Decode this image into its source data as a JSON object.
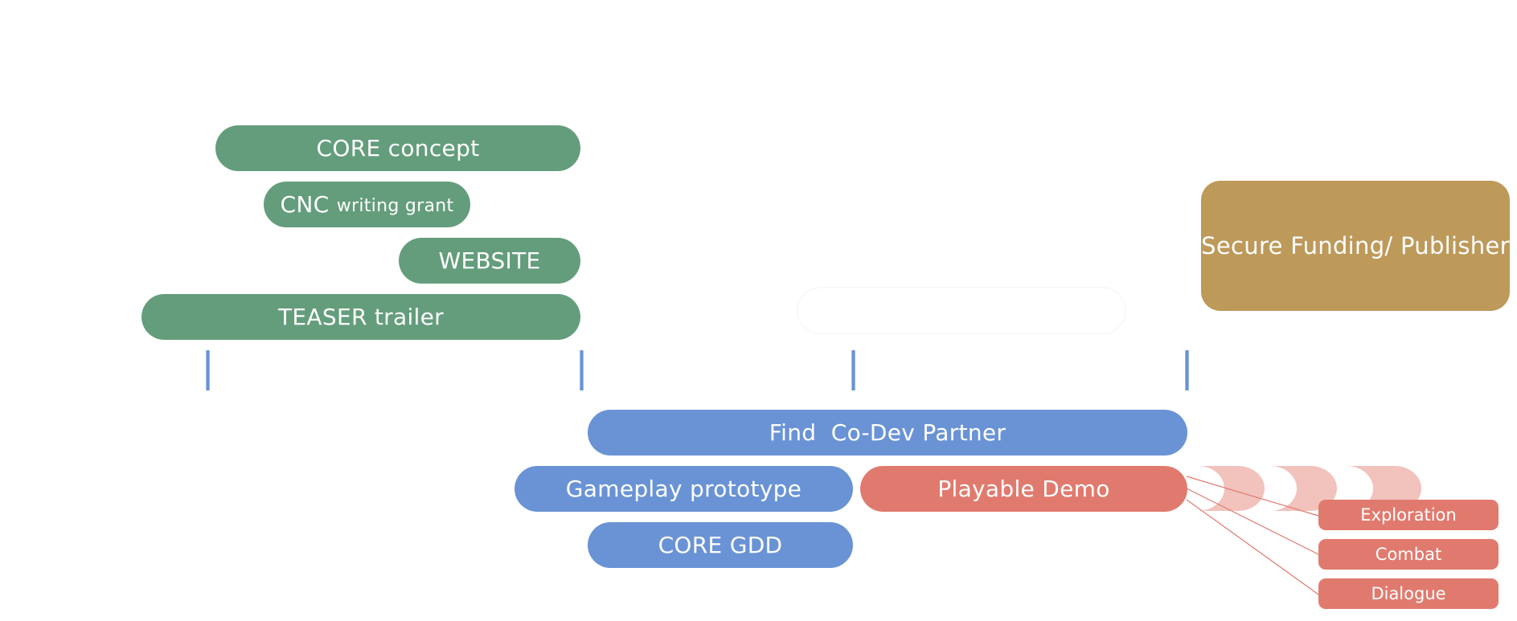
{
  "colors": {
    "green": "#649d7c",
    "blue": "#6a93d6",
    "red": "#e17a6e",
    "gold": "#bd995a",
    "faded_red": "#f2c2bd"
  },
  "top_tasks": {
    "core_concept": "CORE concept",
    "cnc_main": "CNC",
    "cnc_small": "writing grant",
    "website": "WEBSITE",
    "teaser": "TEASER trailer"
  },
  "funding": {
    "label": "Secure Funding/ Publisher"
  },
  "bottom_tasks": {
    "codev": "Find  Co-Dev Partner",
    "gameplay": "Gameplay prototype",
    "demo": "Playable Demo",
    "gdd": "CORE GDD"
  },
  "demo_features": {
    "exploration": "Exploration",
    "combat": "Combat",
    "dialogue": "Dialogue"
  }
}
